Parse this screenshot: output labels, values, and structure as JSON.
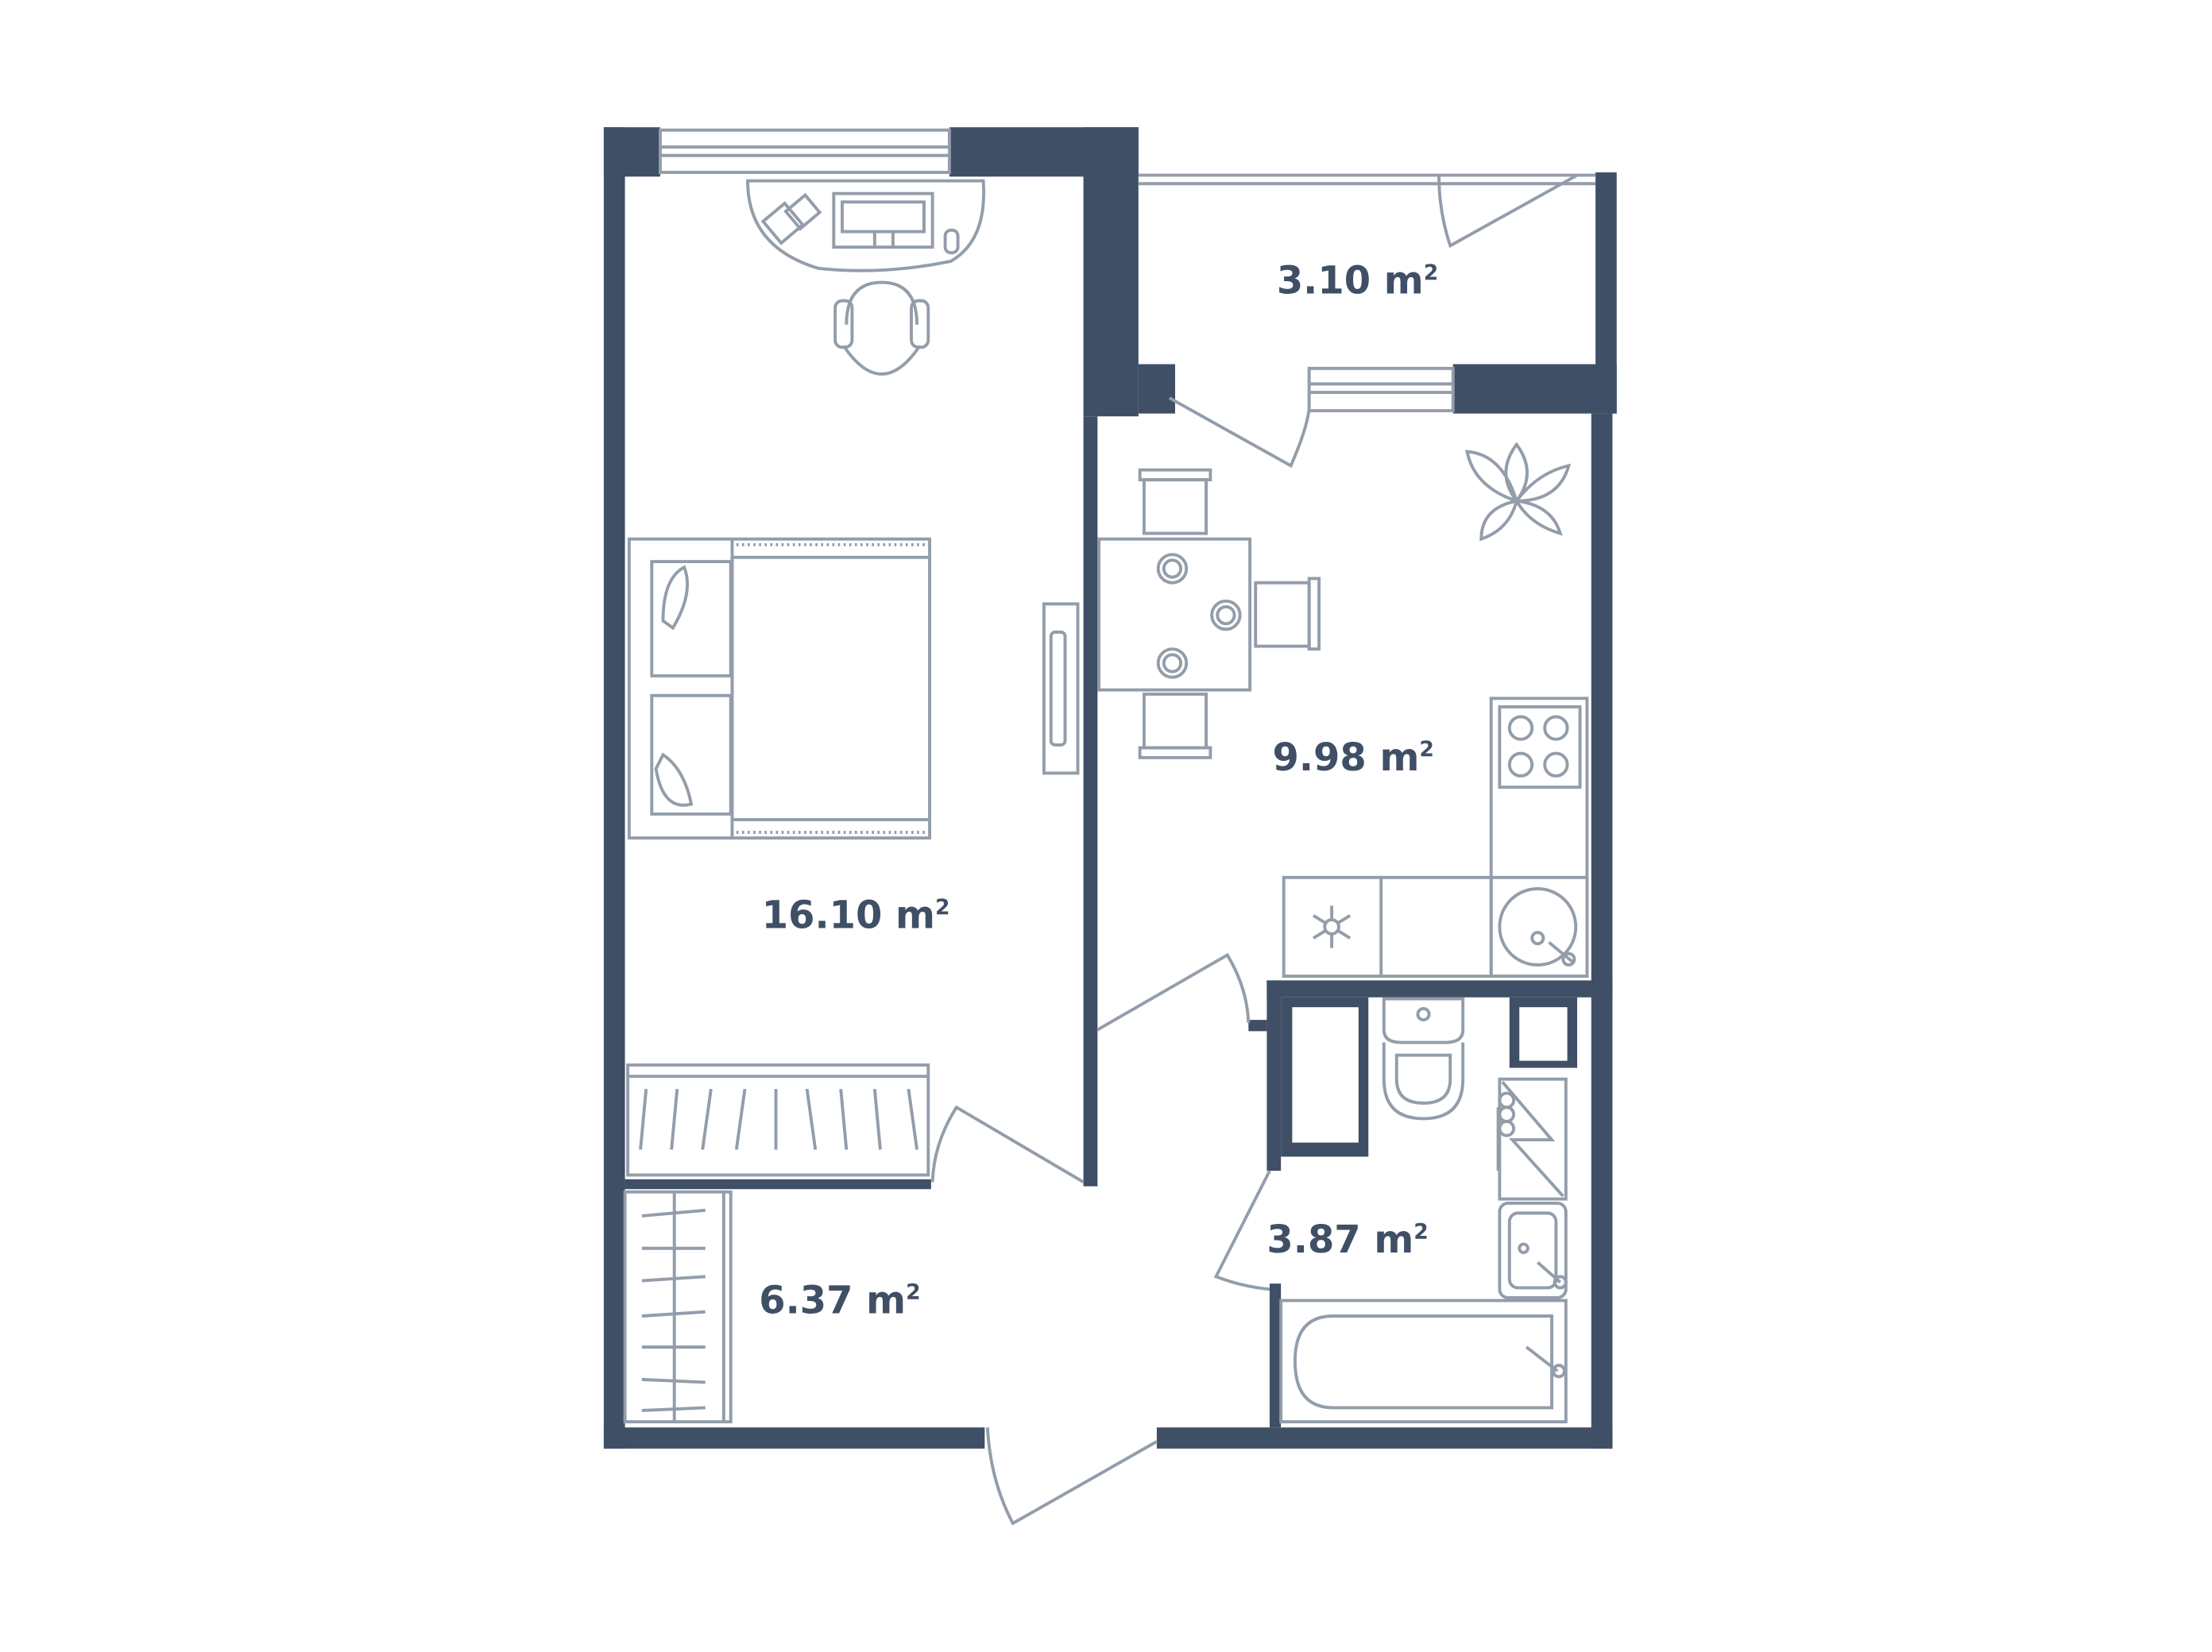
{
  "plan": {
    "unit_base": "m",
    "unit_exp": "2",
    "colors": {
      "wall": "#3f4f66",
      "furniture": "#939daa",
      "background": "#ffffff"
    },
    "rooms": [
      {
        "name": "bedroom",
        "area": "16.10"
      },
      {
        "name": "balcony",
        "area": "3.10"
      },
      {
        "name": "kitchen",
        "area": "9.98"
      },
      {
        "name": "bathroom",
        "area": "3.87"
      },
      {
        "name": "hallway",
        "area": "6.37"
      }
    ]
  }
}
